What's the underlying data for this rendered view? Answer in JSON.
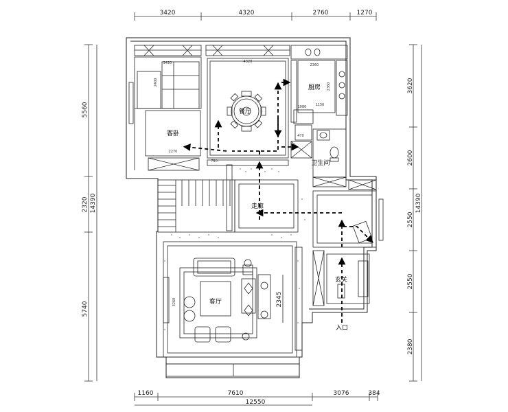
{
  "dimensions": {
    "top": [
      "3420",
      "4320",
      "2760",
      "1270"
    ],
    "bottom": [
      "1160",
      "7610",
      "3076",
      "384"
    ],
    "bottom_total": "12550",
    "left": [
      "5560",
      "2320",
      "5740"
    ],
    "left_total": "14390",
    "right": [
      "3620",
      "2600",
      "2550",
      "2550",
      "2380"
    ],
    "right_total": "14390"
  },
  "rooms": {
    "dining": "餐厅",
    "kitchen": "厨房",
    "guest_bedroom": "客卧",
    "bathroom": "卫生间",
    "hallway": "走廊",
    "living": "客厅",
    "foyer": "玄关",
    "entrance": "入口"
  },
  "inner_dims": {
    "wardrobe_w": "3420",
    "wardrobe_h": "2400",
    "bedroom_w": "2270",
    "dining_w": "4320",
    "kitchen_w": "2360",
    "kitchen_small_a": "1150",
    "kitchen_small_b": "1080",
    "kitchen_small_c": "2360",
    "bath_small": "470",
    "living_h": "2345",
    "living_small": "3260",
    "hall_small": "750"
  }
}
